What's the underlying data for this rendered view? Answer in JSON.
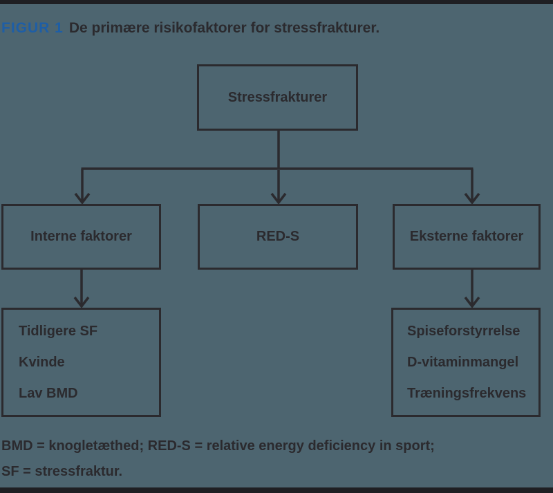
{
  "figure": {
    "label": "FIGUR 1",
    "title": "De primære risikofaktorer for stressfrakturer."
  },
  "diagram": {
    "root": {
      "label": "Stressfrakturer"
    },
    "children": [
      {
        "label": "Interne faktorer",
        "items": [
          "Tidligere SF",
          "Kvinde",
          "Lav BMD"
        ]
      },
      {
        "label": "RED-S"
      },
      {
        "label": "Eksterne faktorer",
        "items": [
          "Spiseforstyrrelse",
          "D-vitaminmangel",
          "Træningsfrekvens"
        ]
      }
    ]
  },
  "footnote": {
    "line1": "BMD = knogletæthed; RED-S = relative energy deficiency in sport;",
    "line2": "SF = stressfraktur."
  },
  "colors": {
    "background": "#4d6570",
    "line_and_text": "#2b2a2e",
    "figure_label_blue": "#1e5ea6",
    "bar_black": "#1f1f23"
  }
}
